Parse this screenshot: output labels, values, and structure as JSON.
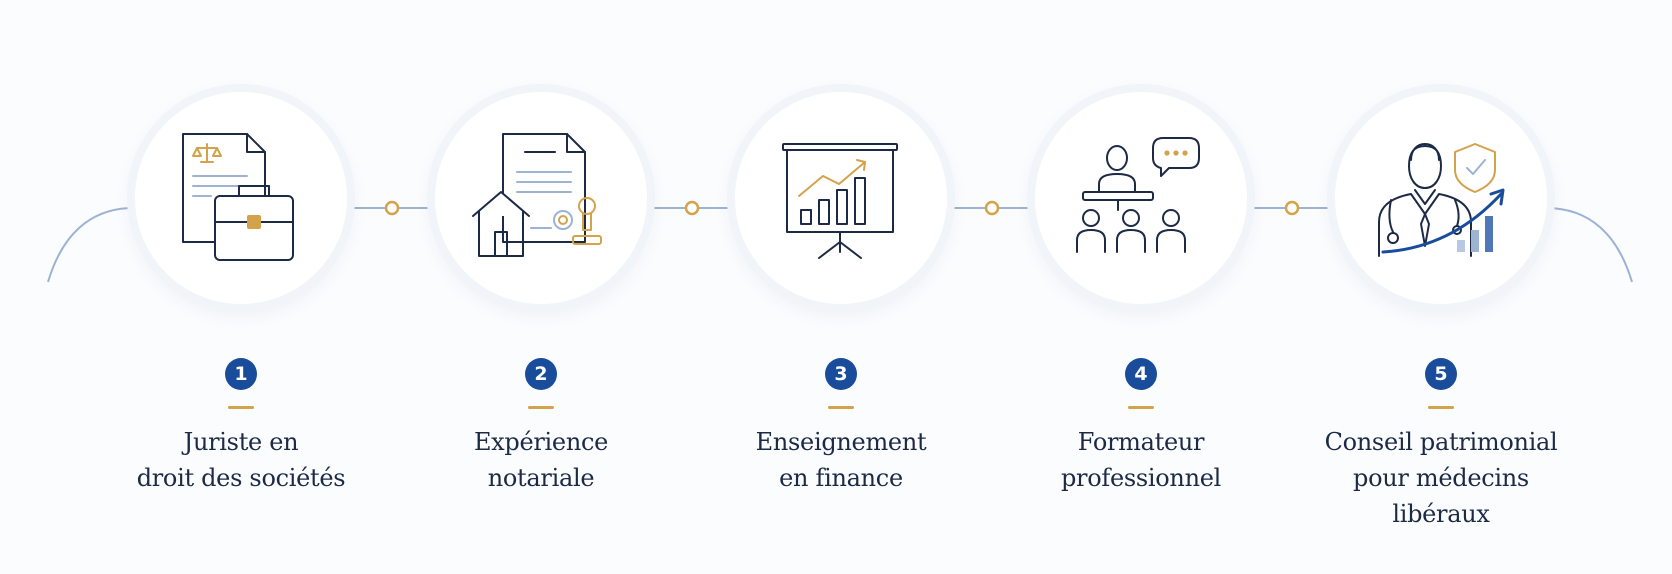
{
  "steps": [
    {
      "number": "1",
      "line1": "Juriste en",
      "line2": "droit des sociétés",
      "icon": "legal-document-briefcase-icon"
    },
    {
      "number": "2",
      "line1": "Expérience",
      "line2": "notariale",
      "icon": "house-deed-stamp-icon"
    },
    {
      "number": "3",
      "line1": "Enseignement",
      "line2": "en finance",
      "icon": "presentation-chart-icon"
    },
    {
      "number": "4",
      "line1": "Formateur",
      "line2": "professionnel",
      "icon": "trainer-audience-icon"
    },
    {
      "number": "5",
      "line1": "Conseil patrimonial",
      "line2": "pour médecins libéraux",
      "icon": "doctor-shield-growth-icon"
    }
  ],
  "colors": {
    "navy": "#1c2a45",
    "blue": "#1a4c9c",
    "gold": "#d3a24a",
    "line": "#9db3d3"
  }
}
